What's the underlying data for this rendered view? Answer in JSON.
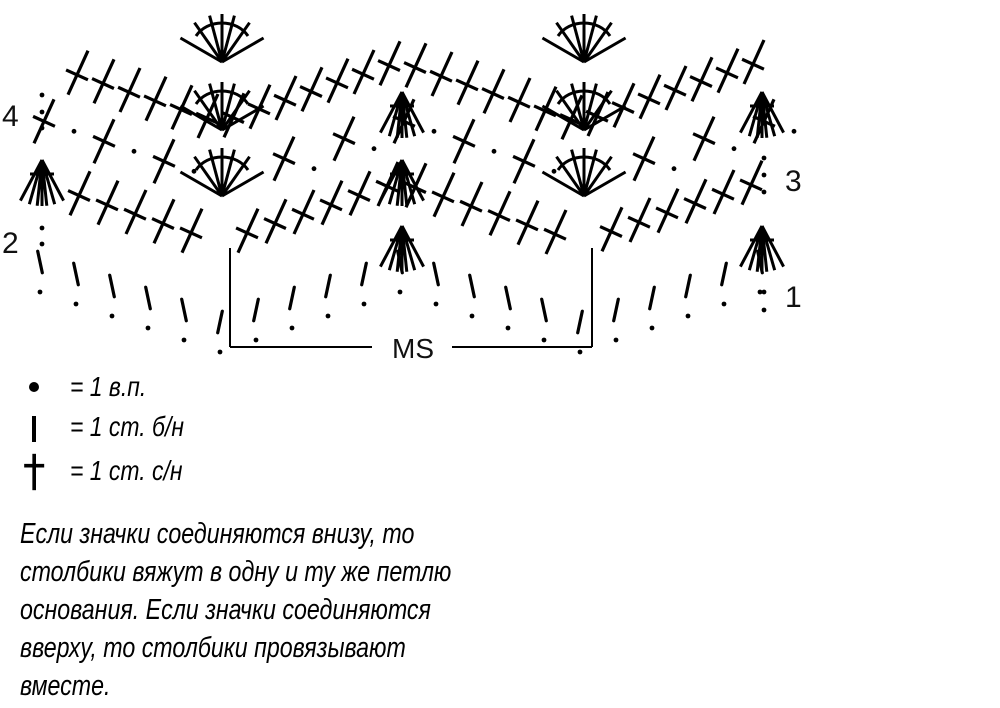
{
  "diagram": {
    "row_numbers": {
      "row1": "1",
      "row2": "2",
      "row3": "3",
      "row4": "4"
    },
    "repeat_label": "MS"
  },
  "legend": [
    {
      "symbol": "chain-dot-icon",
      "text": "= 1 в.п."
    },
    {
      "symbol": "single-crochet-icon",
      "text": "= 1 ст. б/н"
    },
    {
      "symbol": "double-crochet-icon",
      "text": "= 1 ст. с/н"
    }
  ],
  "note": {
    "lines": [
      "Если значки соединяются внизу, то",
      "столбики вяжут в одну и ту же петлю",
      "основания. Если значки соединяются",
      "вверху, то столбики провязывают",
      "вместе."
    ]
  }
}
